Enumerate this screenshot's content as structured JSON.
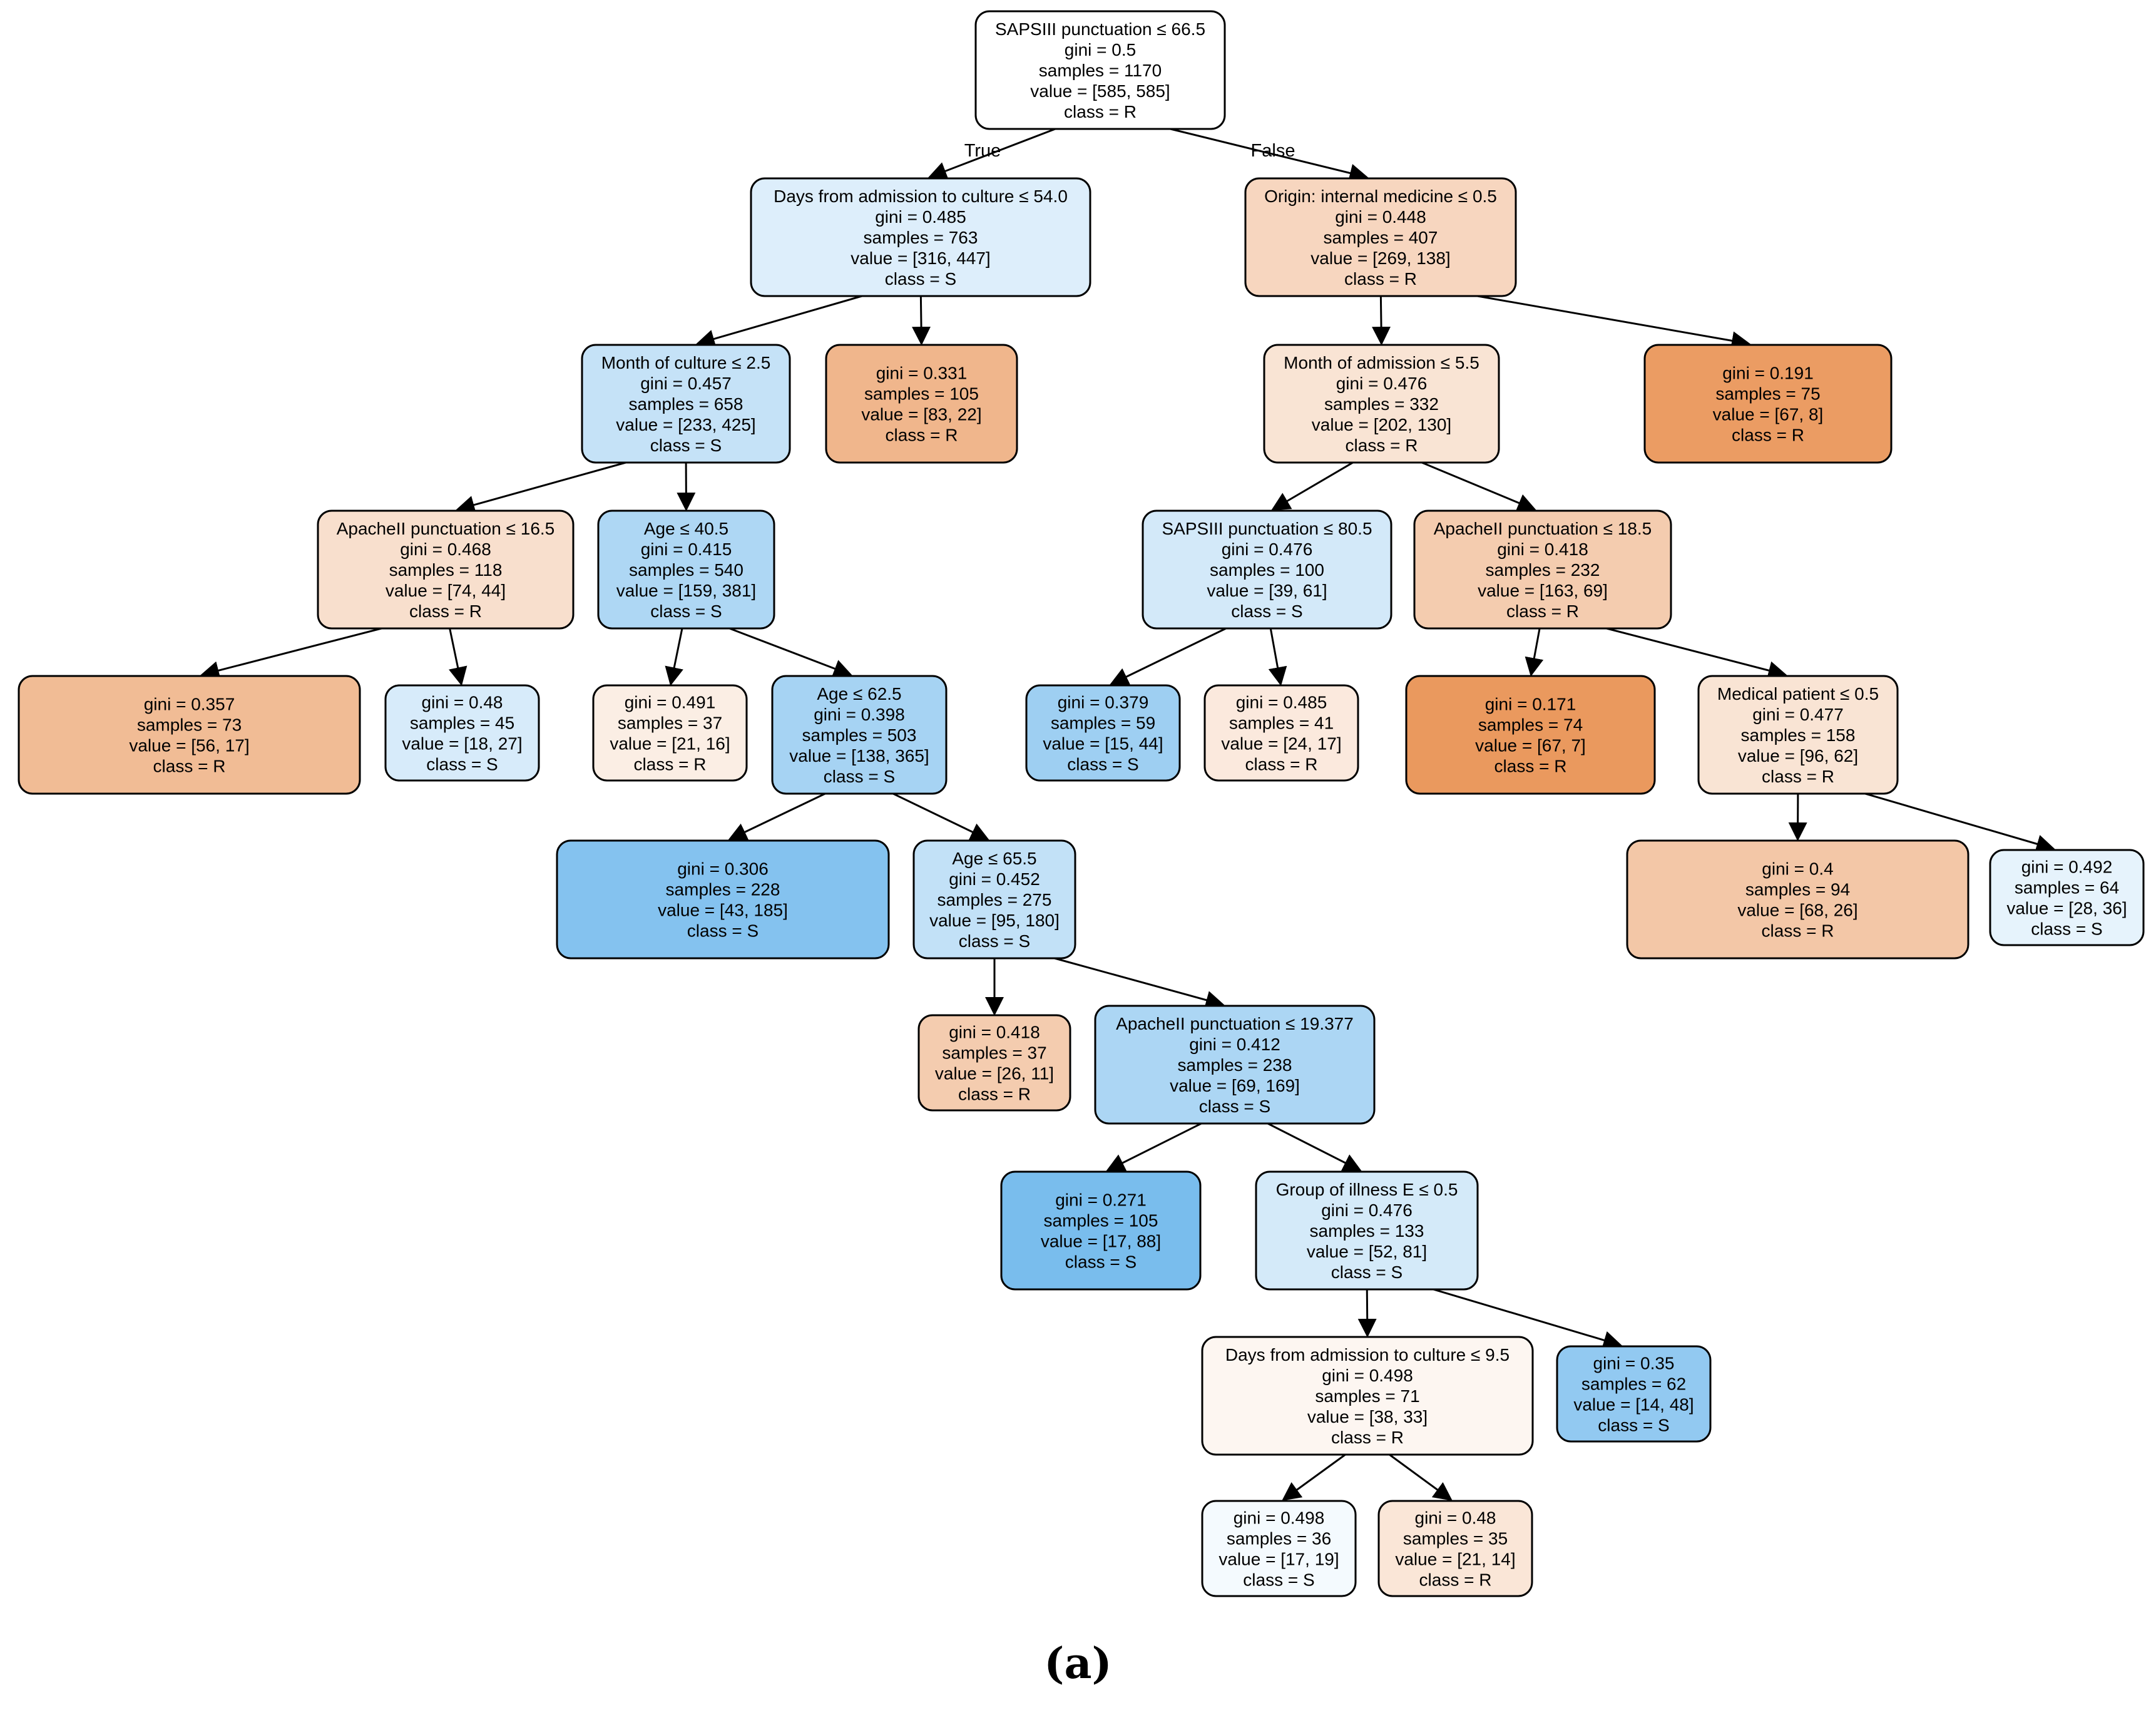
{
  "colors": {
    "class_R": "#e58139",
    "class_S": "#399de5",
    "border": "#000000"
  },
  "edge_labels": {
    "true_label": "True",
    "false_label": "False"
  },
  "caption": "(a)",
  "tree": {
    "nodes": [
      {
        "id": "n0",
        "lines": [
          "SAPSIII punctuation ≤ 66.5",
          "gini = 0.5",
          "samples = 1170",
          "value = [585, 585]",
          "class = R"
        ],
        "value": [
          585,
          585
        ],
        "class": "R"
      },
      {
        "id": "n1",
        "lines": [
          "Days from admission to culture ≤ 54.0",
          "gini = 0.485",
          "samples = 763",
          "value = [316, 447]",
          "class = S"
        ],
        "value": [
          316,
          447
        ],
        "class": "S"
      },
      {
        "id": "n2",
        "lines": [
          "Origin: internal medicine ≤ 0.5",
          "gini = 0.448",
          "samples = 407",
          "value = [269, 138]",
          "class = R"
        ],
        "value": [
          269,
          138
        ],
        "class": "R"
      },
      {
        "id": "n3",
        "lines": [
          "Month of culture ≤ 2.5",
          "gini = 0.457",
          "samples = 658",
          "value = [233, 425]",
          "class = S"
        ],
        "value": [
          233,
          425
        ],
        "class": "S"
      },
      {
        "id": "n4",
        "lines": [
          "gini = 0.331",
          "samples = 105",
          "value = [83, 22]",
          "class = R"
        ],
        "value": [
          83,
          22
        ],
        "class": "R"
      },
      {
        "id": "n5",
        "lines": [
          "Month of admission ≤ 5.5",
          "gini = 0.476",
          "samples = 332",
          "value = [202, 130]",
          "class = R"
        ],
        "value": [
          202,
          130
        ],
        "class": "R"
      },
      {
        "id": "n6",
        "lines": [
          "gini = 0.191",
          "samples = 75",
          "value = [67, 8]",
          "class = R"
        ],
        "value": [
          67,
          8
        ],
        "class": "R"
      },
      {
        "id": "n7",
        "lines": [
          "ApacheII punctuation ≤ 16.5",
          "gini = 0.468",
          "samples = 118",
          "value = [74, 44]",
          "class = R"
        ],
        "value": [
          74,
          44
        ],
        "class": "R"
      },
      {
        "id": "n8",
        "lines": [
          "Age ≤ 40.5",
          "gini = 0.415",
          "samples = 540",
          "value = [159, 381]",
          "class = S"
        ],
        "value": [
          159,
          381
        ],
        "class": "S"
      },
      {
        "id": "n9",
        "lines": [
          "SAPSIII punctuation ≤ 80.5",
          "gini = 0.476",
          "samples = 100",
          "value = [39, 61]",
          "class = S"
        ],
        "value": [
          39,
          61
        ],
        "class": "S"
      },
      {
        "id": "n10",
        "lines": [
          "ApacheII punctuation ≤ 18.5",
          "gini = 0.418",
          "samples = 232",
          "value = [163, 69]",
          "class = R"
        ],
        "value": [
          163,
          69
        ],
        "class": "R"
      },
      {
        "id": "n11",
        "lines": [
          "gini = 0.357",
          "samples = 73",
          "value = [56, 17]",
          "class = R"
        ],
        "value": [
          56,
          17
        ],
        "class": "R"
      },
      {
        "id": "n12",
        "lines": [
          "gini = 0.48",
          "samples = 45",
          "value = [18, 27]",
          "class = S"
        ],
        "value": [
          18,
          27
        ],
        "class": "S"
      },
      {
        "id": "n13",
        "lines": [
          "gini = 0.491",
          "samples = 37",
          "value = [21, 16]",
          "class = R"
        ],
        "value": [
          21,
          16
        ],
        "class": "R"
      },
      {
        "id": "n14",
        "lines": [
          "Age ≤ 62.5",
          "gini = 0.398",
          "samples = 503",
          "value = [138, 365]",
          "class = S"
        ],
        "value": [
          138,
          365
        ],
        "class": "S"
      },
      {
        "id": "n15",
        "lines": [
          "gini = 0.379",
          "samples = 59",
          "value = [15, 44]",
          "class = S"
        ],
        "value": [
          15,
          44
        ],
        "class": "S"
      },
      {
        "id": "n16",
        "lines": [
          "gini = 0.485",
          "samples = 41",
          "value = [24, 17]",
          "class = R"
        ],
        "value": [
          24,
          17
        ],
        "class": "R"
      },
      {
        "id": "n17",
        "lines": [
          "gini = 0.171",
          "samples = 74",
          "value = [67, 7]",
          "class = R"
        ],
        "value": [
          67,
          7
        ],
        "class": "R"
      },
      {
        "id": "n18",
        "lines": [
          "Medical patient ≤ 0.5",
          "gini = 0.477",
          "samples = 158",
          "value = [96, 62]",
          "class = R"
        ],
        "value": [
          96,
          62
        ],
        "class": "R"
      },
      {
        "id": "n19",
        "lines": [
          "gini = 0.306",
          "samples = 228",
          "value = [43, 185]",
          "class = S"
        ],
        "value": [
          43,
          185
        ],
        "class": "S"
      },
      {
        "id": "n20",
        "lines": [
          "Age ≤ 65.5",
          "gini = 0.452",
          "samples = 275",
          "value = [95, 180]",
          "class = S"
        ],
        "value": [
          95,
          180
        ],
        "class": "S"
      },
      {
        "id": "n21",
        "lines": [
          "gini = 0.4",
          "samples = 94",
          "value = [68, 26]",
          "class = R"
        ],
        "value": [
          68,
          26
        ],
        "class": "R"
      },
      {
        "id": "n22",
        "lines": [
          "gini = 0.492",
          "samples = 64",
          "value = [28, 36]",
          "class = S"
        ],
        "value": [
          28,
          36
        ],
        "class": "S"
      },
      {
        "id": "n23",
        "lines": [
          "gini = 0.418",
          "samples = 37",
          "value = [26, 11]",
          "class = R"
        ],
        "value": [
          26,
          11
        ],
        "class": "R"
      },
      {
        "id": "n24",
        "lines": [
          "ApacheII punctuation ≤ 19.377",
          "gini = 0.412",
          "samples = 238",
          "value = [69, 169]",
          "class = S"
        ],
        "value": [
          69,
          169
        ],
        "class": "S"
      },
      {
        "id": "n25",
        "lines": [
          "gini = 0.271",
          "samples = 105",
          "value = [17, 88]",
          "class = S"
        ],
        "value": [
          17,
          88
        ],
        "class": "S"
      },
      {
        "id": "n26",
        "lines": [
          "Group of illness E ≤ 0.5",
          "gini = 0.476",
          "samples = 133",
          "value = [52, 81]",
          "class = S"
        ],
        "value": [
          52,
          81
        ],
        "class": "S"
      },
      {
        "id": "n27",
        "lines": [
          "Days from admission to culture ≤ 9.5",
          "gini = 0.498",
          "samples = 71",
          "value = [38, 33]",
          "class = R"
        ],
        "value": [
          38,
          33
        ],
        "class": "R"
      },
      {
        "id": "n28",
        "lines": [
          "gini = 0.35",
          "samples = 62",
          "value = [14, 48]",
          "class = S"
        ],
        "value": [
          14,
          48
        ],
        "class": "S"
      },
      {
        "id": "n29",
        "lines": [
          "gini = 0.498",
          "samples = 36",
          "value = [17, 19]",
          "class = S"
        ],
        "value": [
          17,
          19
        ],
        "class": "S"
      },
      {
        "id": "n30",
        "lines": [
          "gini = 0.48",
          "samples = 35",
          "value = [21, 14]",
          "class = R"
        ],
        "value": [
          21,
          14
        ],
        "class": "R"
      }
    ],
    "edges": [
      {
        "from": "n0",
        "to": "n1",
        "label": "True"
      },
      {
        "from": "n0",
        "to": "n2",
        "label": "False"
      },
      {
        "from": "n1",
        "to": "n3"
      },
      {
        "from": "n1",
        "to": "n4"
      },
      {
        "from": "n2",
        "to": "n5"
      },
      {
        "from": "n2",
        "to": "n6"
      },
      {
        "from": "n3",
        "to": "n7"
      },
      {
        "from": "n3",
        "to": "n8"
      },
      {
        "from": "n5",
        "to": "n9"
      },
      {
        "from": "n5",
        "to": "n10"
      },
      {
        "from": "n7",
        "to": "n11"
      },
      {
        "from": "n7",
        "to": "n12"
      },
      {
        "from": "n8",
        "to": "n13"
      },
      {
        "from": "n8",
        "to": "n14"
      },
      {
        "from": "n9",
        "to": "n15"
      },
      {
        "from": "n9",
        "to": "n16"
      },
      {
        "from": "n10",
        "to": "n17"
      },
      {
        "from": "n10",
        "to": "n18"
      },
      {
        "from": "n14",
        "to": "n19"
      },
      {
        "from": "n14",
        "to": "n20"
      },
      {
        "from": "n18",
        "to": "n21"
      },
      {
        "from": "n18",
        "to": "n22"
      },
      {
        "from": "n20",
        "to": "n23"
      },
      {
        "from": "n20",
        "to": "n24"
      },
      {
        "from": "n24",
        "to": "n25"
      },
      {
        "from": "n24",
        "to": "n26"
      },
      {
        "from": "n26",
        "to": "n27"
      },
      {
        "from": "n26",
        "to": "n28"
      },
      {
        "from": "n27",
        "to": "n29"
      },
      {
        "from": "n27",
        "to": "n30"
      }
    ]
  }
}
